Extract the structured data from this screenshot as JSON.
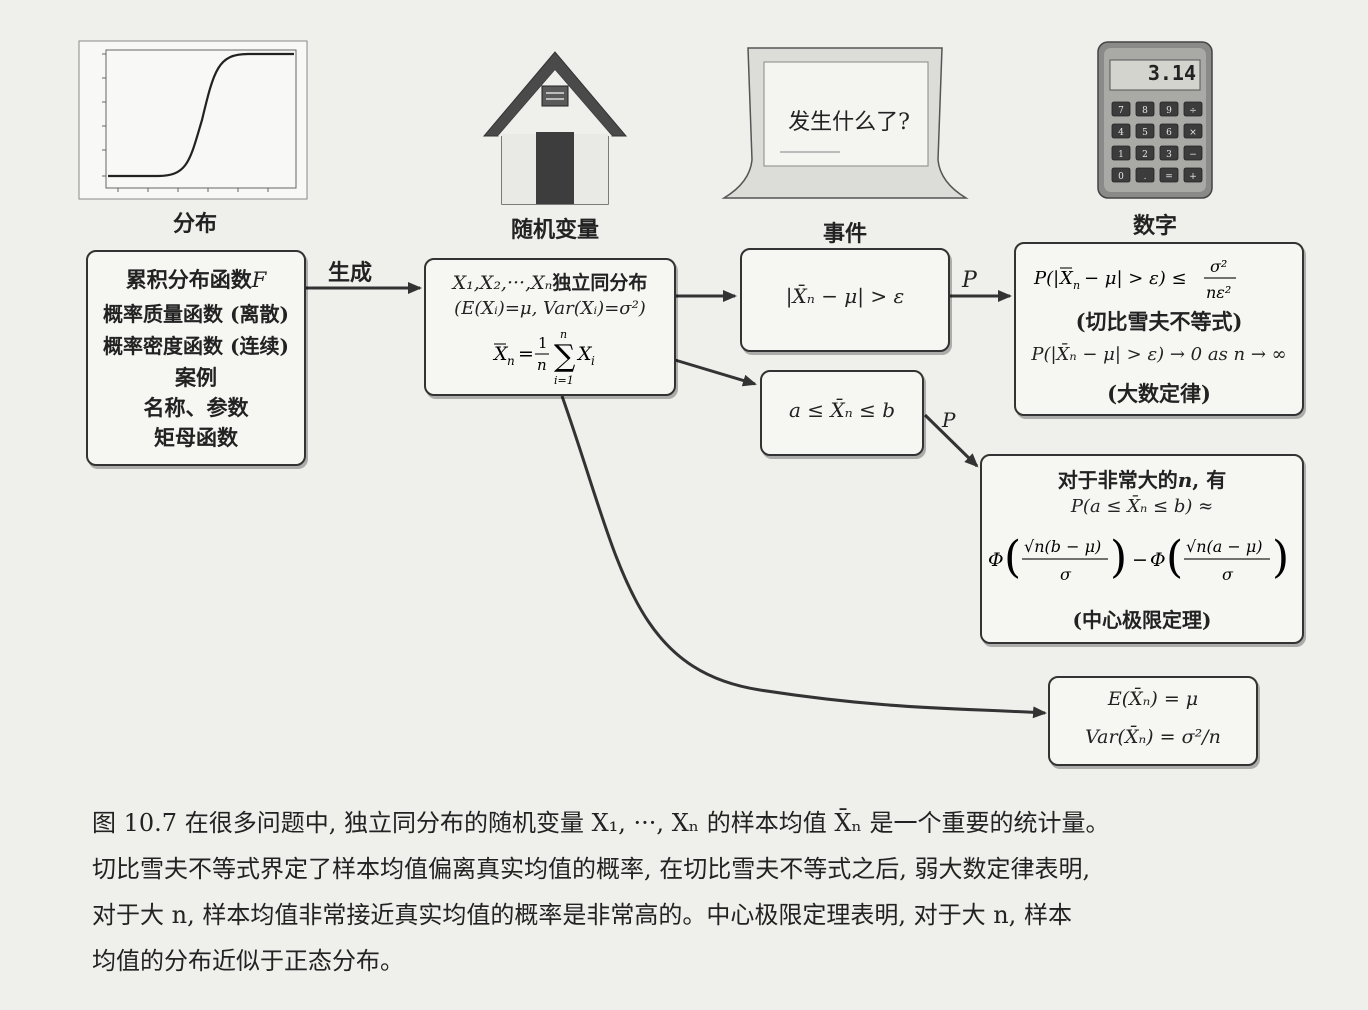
{
  "icons": {
    "distribution": "cdf-plot-icon",
    "random_variable": "house-icon",
    "event": "screen-icon",
    "number": "calculator-icon"
  },
  "labels": {
    "distribution": "分布",
    "random_variable": "随机变量",
    "event": "事件",
    "number": "数字"
  },
  "arrow_label_generate": "生成",
  "arrow_label_p1": "P",
  "arrow_label_p2": "P",
  "screen_text": "发生什么了?",
  "calculator_display": "3.14",
  "calculator_keys": [
    "7",
    "8",
    "9",
    "÷",
    "4",
    "5",
    "6",
    "×",
    "1",
    "2",
    "3",
    "−",
    "0",
    ".",
    "=",
    "+"
  ],
  "dist_box": {
    "line1": "累积分布函数",
    "line1_var": "F",
    "line2": "概率质量函数 (离散)",
    "line3": "概率密度函数 (连续)",
    "line4": "案例",
    "line5": "名称、参数",
    "line6": "矩母函数"
  },
  "rv_box": {
    "line1_math": "X₁,X₂,···,Xₙ",
    "line1_text": "独立同分布",
    "line2": "(E(Xᵢ)=μ, Var(Xᵢ)=σ²)"
  },
  "event_box": {
    "expr": "|X̄ₙ − μ| > ε"
  },
  "interval_box": {
    "expr": "a ≤ X̄ₙ ≤ b"
  },
  "chebyshev_box": {
    "name": "(切比雪夫不等式)",
    "lln_expr": "P(|X̄ₙ − μ| > ε) → 0 as n → ∞",
    "lln_name": "(大数定律)"
  },
  "clt_box": {
    "line1": "对于非常大的",
    "line1_var": "n",
    "line1_tail": ", 有",
    "line2": "P(a ≤ X̄ₙ ≤ b) ≈",
    "name": "(中心极限定理)"
  },
  "moments_box": {
    "line1": "E(X̄ₙ) = μ",
    "line2": "Var(X̄ₙ) = σ²/n"
  },
  "caption": {
    "line1": "图 10.7   在很多问题中, 独立同分布的随机变量 X₁, ···, Xₙ 的样本均值 X̄ₙ 是一个重要的统计量。",
    "line2": "切比雪夫不等式界定了样本均值偏离真实均值的概率, 在切比雪夫不等式之后, 弱大数定律表明,",
    "line3": "对于大 n, 样本均值非常接近真实均值的概率是非常高的。中心极限定理表明, 对于大 n, 样本",
    "line4": "均值的分布近似于正态分布。"
  }
}
